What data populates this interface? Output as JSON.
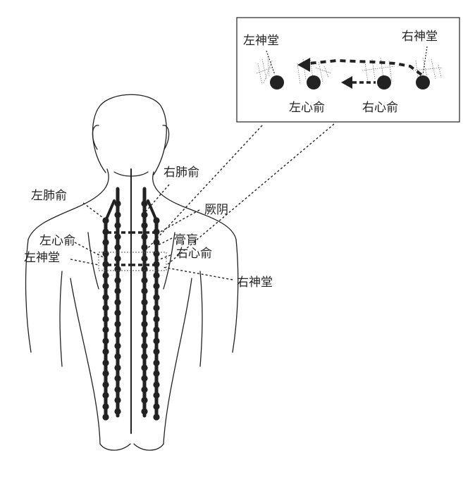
{
  "colors": {
    "ink": "#222222",
    "background": "#ffffff",
    "guide": "#555555"
  },
  "labels": {
    "right_lung_shu": "右肺俞",
    "left_lung_shu": "左肺俞",
    "jueyin": "厥阴",
    "left_heart_shu": "左心俞",
    "gaohuang": "膏肓",
    "left_shentang": "左神堂",
    "right_heart_shu": "右心俞",
    "right_shentang": "右神堂"
  },
  "inset": {
    "left_shentang": "左神堂",
    "right_shentang": "右神堂",
    "left_heart_shu": "左心俞",
    "right_heart_shu": "右心俞"
  }
}
